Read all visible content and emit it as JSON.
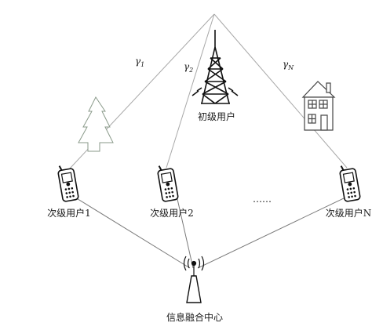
{
  "primary_user": {
    "label": "初级用户"
  },
  "secondary_users": [
    {
      "label": "次级用户1",
      "gain": {
        "symbol": "γ",
        "subscript": "1"
      }
    },
    {
      "label": "次级用户2",
      "gain": {
        "symbol": "γ",
        "subscript": "2"
      }
    },
    {
      "label": "次级用户N",
      "gain": {
        "symbol": "γ",
        "subscript": "N"
      }
    }
  ],
  "ellipsis": "……",
  "fusion_center": {
    "label": "信息融合中心"
  }
}
